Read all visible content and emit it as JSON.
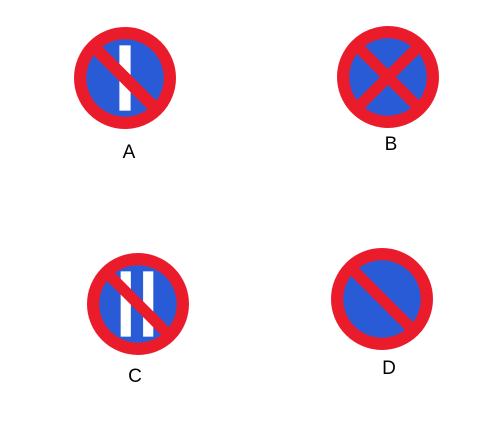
{
  "colors": {
    "ring": "#ea1c2c",
    "field": "#2a5bd7",
    "bar": "#ffffff"
  },
  "signs": [
    {
      "label": "A",
      "icon": "no-parking-odd-days-icon",
      "vertical_bars": 1,
      "diagonal": "slash",
      "cross": false
    },
    {
      "label": "B",
      "icon": "no-stopping-icon",
      "vertical_bars": 0,
      "diagonal": "cross",
      "cross": true
    },
    {
      "label": "C",
      "icon": "no-parking-even-days-icon",
      "vertical_bars": 2,
      "diagonal": "slash",
      "cross": false
    },
    {
      "label": "D",
      "icon": "no-parking-icon",
      "vertical_bars": 0,
      "diagonal": "slash",
      "cross": false
    }
  ]
}
